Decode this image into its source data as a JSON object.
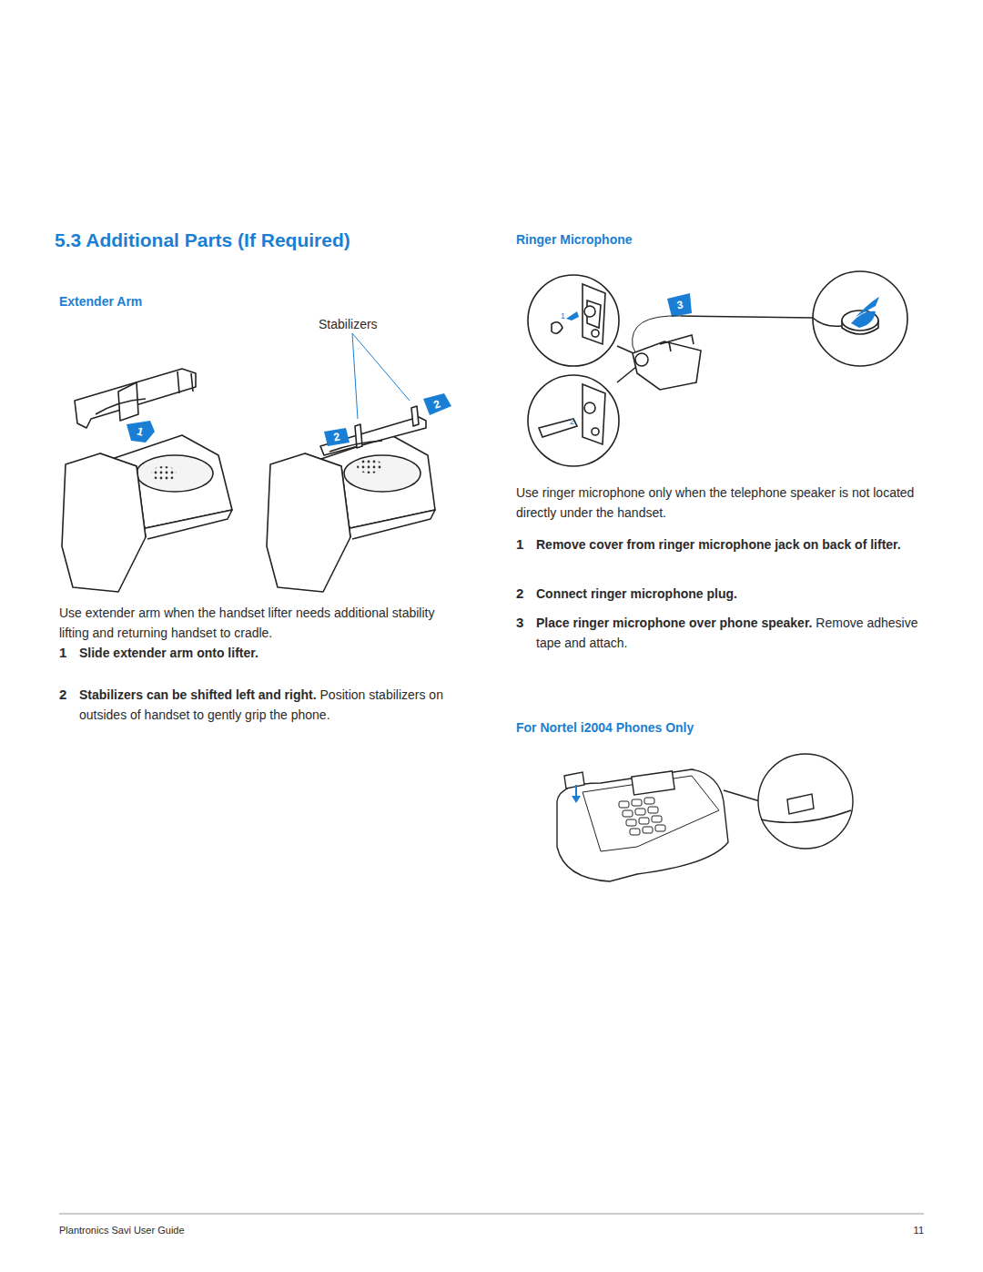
{
  "diagram": {
    "title": "5.3 Additional Parts (If Required)",
    "labels": [
      "Extender Arm",
      "Stabilizers",
      "1",
      "2",
      "2",
      "Use extender arm when the handset lifter needs additional stability lifting and returning handset to cradle.",
      "1",
      "Slide extender arm onto lifter.",
      "2",
      "Stabilizers can be shifted left and right.",
      "Position stabilizers on outsides of handset to gently grip the phone.",
      "Ringer Microphone",
      "3",
      "1",
      "2",
      "Use ringer microphone only when the telephone speaker is not located directly under the handset.",
      "1",
      "Remove cover from ringer microphone jack on back of lifter.",
      "2",
      "Connect ringer microphone plug.",
      "3",
      "Place ringer microphone over phone speaker.",
      "Remove adhesive tape and attach.",
      "For Nortel i2004 Phones Only",
      "Plantronics Savi User Guide",
      "11"
    ]
  }
}
